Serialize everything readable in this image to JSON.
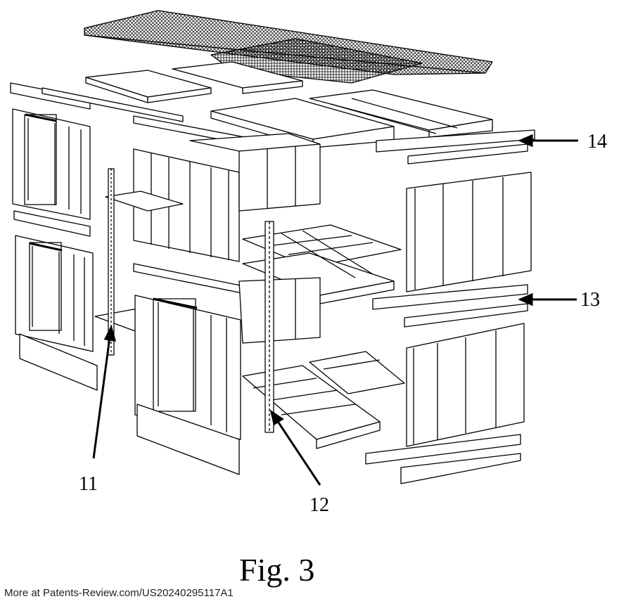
{
  "labels": {
    "ref_11": "11",
    "ref_12": "12",
    "ref_13": "13",
    "ref_14": "14"
  },
  "figure_caption": "Fig. 3",
  "footer_text": "More at Patents-Review.com/US20240295117A1"
}
